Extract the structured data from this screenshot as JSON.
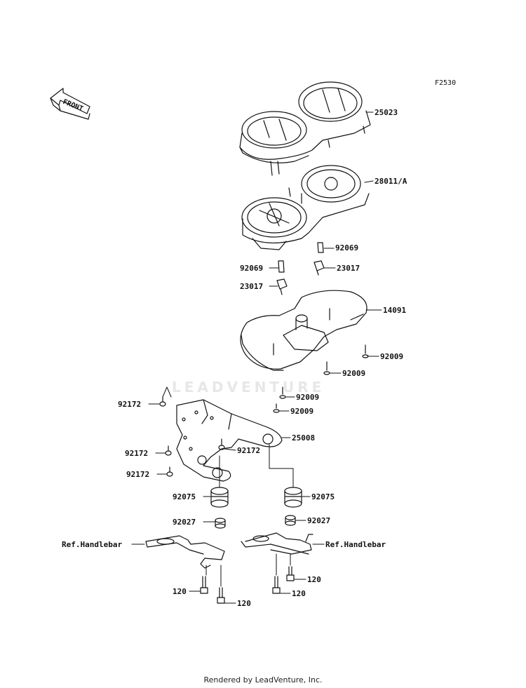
{
  "diagram_code": "F2530",
  "front_label": "FRONT",
  "watermark": "LEADVENTURE",
  "footer": "Rendered by LeadVenture, Inc.",
  "labels": {
    "p25023": "25023",
    "p28011": "28011/A",
    "p92069_r": "92069",
    "p92069_l": "92069",
    "p23017_r": "23017",
    "p23017_l": "23017",
    "p14091": "14091",
    "p92009_a": "92009",
    "p92009_b": "92009",
    "p92009_c": "92009",
    "p92009_d": "92009",
    "p92172_a": "92172",
    "p92172_b": "92172",
    "p92172_c": "92172",
    "p92172_d": "92172",
    "p25008": "25008",
    "p92075_l": "92075",
    "p92075_r": "92075",
    "p92027_l": "92027",
    "p92027_r": "92027",
    "ref_l": "Ref.Handlebar",
    "ref_r": "Ref.Handlebar",
    "p120_a": "120",
    "p120_b": "120",
    "p120_c": "120",
    "p120_d": "120"
  }
}
